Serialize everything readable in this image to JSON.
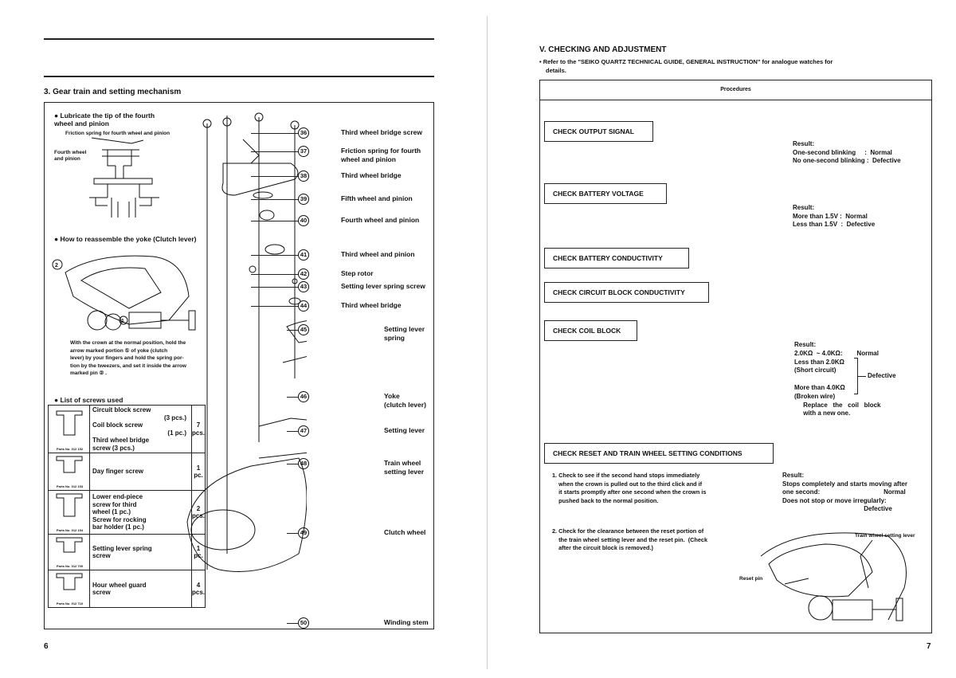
{
  "left_page": {
    "section_title": "3.  Gear train and setting mechanism",
    "lubricate_heading": "Lubricate the tip of the fourth wheel and pinion",
    "friction_spring_caption": "Friction spring for fourth wheel and pinion",
    "fourth_wheel_caption": "Fourth wheel and pinion",
    "yoke_heading": "How to reassemble the yoke (Clutch lever)",
    "yoke_instructions": [
      "With the crown at the normal position, hold the",
      "arrow marked portion ① of yoke (clutch",
      "lever) by your fingers and hold the spring por-",
      "tion by the tweezers, and set it inside the arrow",
      "marked pin ② ."
    ],
    "screws_heading": "List of screws used",
    "screws": [
      {
        "part": "Parts No. 012 152",
        "desc": [
          "Circuit block screw",
          "(3 pcs.)",
          "Coil block screw",
          "(1 pc.)",
          "Third wheel bridge",
          "screw  (3 pcs.)"
        ],
        "qty": [
          "7",
          "pcs."
        ]
      },
      {
        "part": "Parts No. 012 153",
        "desc": [
          "Day finger screw"
        ],
        "qty": [
          "1",
          "pc."
        ]
      },
      {
        "part": "Parts No. 012 154",
        "desc": [
          "Lower end-piece",
          "screw for third",
          "wheel       (1 pc.)",
          "Screw for rocking",
          "bar holder   (1 pc.)"
        ],
        "qty": [
          "2",
          "pcs."
        ]
      },
      {
        "part": "Parts No. 012 700",
        "desc": [
          "Setting lever spring",
          "screw"
        ],
        "qty": [
          "1",
          "pc."
        ]
      },
      {
        "part": "Parts No. 012 710",
        "desc": [
          "Hour wheel guard",
          "screw"
        ],
        "qty": [
          "4",
          "pcs."
        ]
      }
    ],
    "parts": [
      {
        "n": "36",
        "label": "Third wheel bridge screw"
      },
      {
        "n": "37",
        "label": "Friction spring for fourth\nwheel and pinion"
      },
      {
        "n": "38",
        "label": "Third wheel bridge"
      },
      {
        "n": "39",
        "label": "Fifth wheel and pinion"
      },
      {
        "n": "40",
        "label": "Fourth wheel and pinion"
      },
      {
        "n": "41",
        "label": "Third wheel and pinion"
      },
      {
        "n": "42",
        "label": "Step rotor"
      },
      {
        "n": "43",
        "label": "Setting lever spring screw"
      },
      {
        "n": "44",
        "label": "Third wheel bridge"
      },
      {
        "n": "45",
        "label": "Setting lever\nspring"
      },
      {
        "n": "46",
        "label": "Yoke\n(clutch lever)"
      },
      {
        "n": "47",
        "label": "Setting lever"
      },
      {
        "n": "48",
        "label": "Train wheel\nsetting lever"
      },
      {
        "n": "49",
        "label": "Clutch wheel"
      },
      {
        "n": "50",
        "label": "Winding stem"
      }
    ],
    "page_number": "6"
  },
  "right_page": {
    "section_title": "V.   CHECKING AND ADJUSTMENT",
    "reference": "• Refer to the \"SEIKO QUARTZ TECHNICAL GUIDE, GENERAL INSTRUCTION\" for analogue watches for",
    "reference_cont": "details.",
    "table_header": "Procedures",
    "checks": [
      {
        "title": "CHECK OUTPUT SIGNAL",
        "result": "Result:\nOne-second blinking     :  Normal\nNo one-second blinking :  Defective"
      },
      {
        "title": "CHECK BATTERY VOLTAGE",
        "result": "Result:\nMore than 1.5V :  Normal\nLess than 1.5V  :  Defective"
      },
      {
        "title": "CHECK BATTERY CONDUCTIVITY"
      },
      {
        "title": "CHECK CIRCUIT BLOCK CONDUCTIVITY"
      },
      {
        "title": "CHECK COIL BLOCK",
        "result": "Result:\n2.0KΩ  ~ 4.0KΩ:        Normal\nLess than 2.0KΩ\n(Short circuit)\n\nMore than 4.0KΩ\n(Broken wire)\n     Replace   the   coil   block\n     with a new one.",
        "defective": "Defective"
      },
      {
        "title": "CHECK RESET AND TRAIN WHEEL SETTING CONDITIONS",
        "result": "Result:\nStops completely and starts moving after\none second:                                    Normal\nDoes not stop or move irregularly:\n                                              Defective"
      }
    ],
    "steps": [
      "1. Check to see if the second hand stops immediately\n    when the crown is pulled out to the third click and if\n    it starts promptly after one second when the crown is\n    pushed back to the normal position.",
      "2. Check for the clearance between the reset portion of\n    the train wheel setting lever and the reset pin.  (Check\n    after the circuit block is removed.)"
    ],
    "train_wheel_label": "Train wheel setting lever",
    "reset_pin_label": "Reset pin",
    "page_number": "7"
  }
}
